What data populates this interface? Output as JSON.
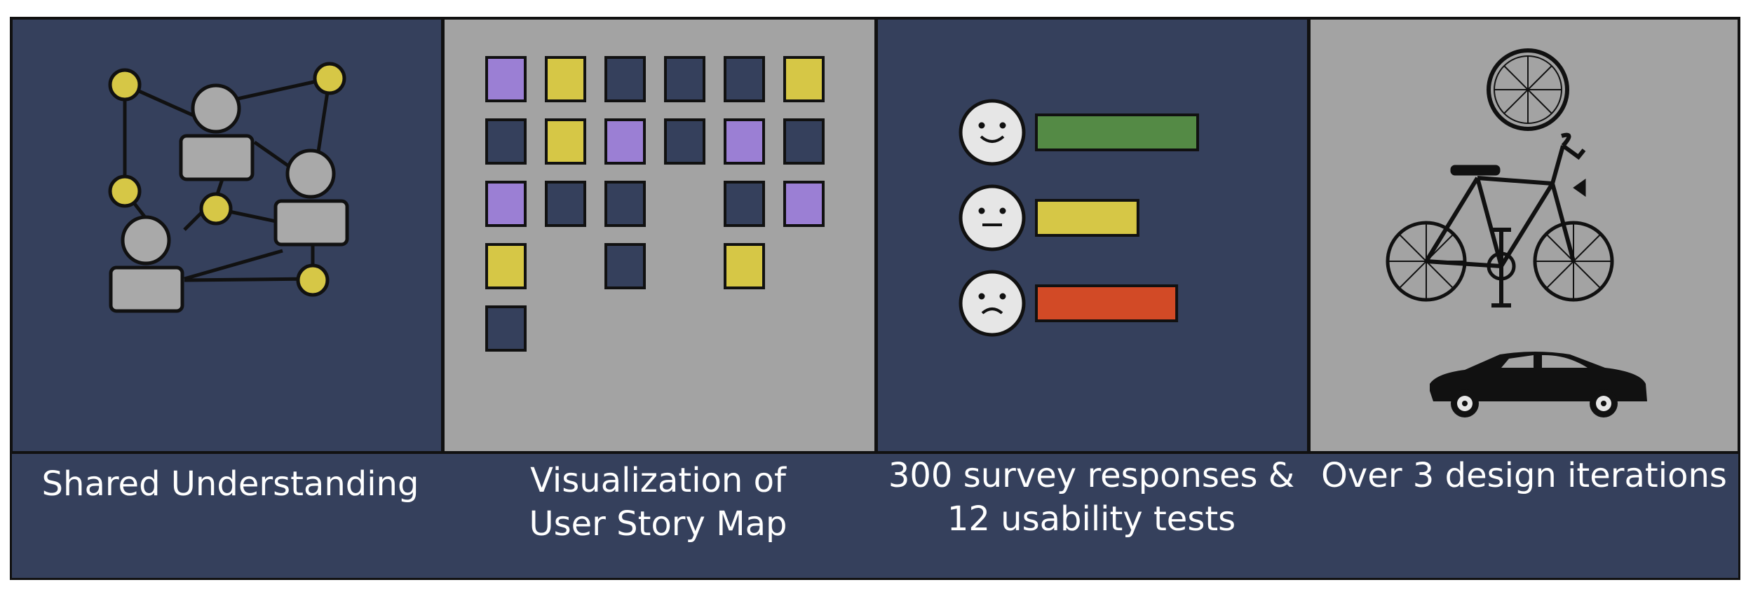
{
  "colors": {
    "navy": "#35405c",
    "gray": "#a3a3a3",
    "yellow": "#d6c746",
    "purple": "#9b7fd4",
    "green": "#548a45",
    "red": "#d24a26",
    "face": "#e6e6e6",
    "person": "#a9a9a9"
  },
  "panels": [
    {
      "id": "shared",
      "caption": "Shared Understanding",
      "background": "navy",
      "icon": "people-network-icon"
    },
    {
      "id": "story-map",
      "caption": "Visualization of\nUser Story Map",
      "background": "gray",
      "icon": "story-map-grid"
    },
    {
      "id": "survey",
      "caption": "300 survey responses &\n12 usability tests",
      "background": "navy",
      "icon": "satisfaction-bars"
    },
    {
      "id": "iterations",
      "caption": "Over 3 design iterations",
      "background": "gray",
      "icon": "wheel-bicycle-car-icons"
    }
  ],
  "story_map": {
    "columns": [
      [
        "purple",
        "navy",
        "purple",
        "yellow",
        "navy"
      ],
      [
        "yellow",
        "yellow",
        "navy"
      ],
      [
        "navy",
        "purple",
        "navy",
        "navy"
      ],
      [
        "navy",
        "navy"
      ],
      [
        "navy",
        "purple",
        "navy",
        "yellow"
      ],
      [
        "yellow",
        "navy",
        "purple"
      ]
    ]
  },
  "satisfaction": [
    {
      "mood": "happy",
      "color": "green",
      "level": 1.0
    },
    {
      "mood": "neutral",
      "color": "yellow",
      "level": 0.63
    },
    {
      "mood": "sad",
      "color": "red",
      "level": 0.87
    }
  ]
}
